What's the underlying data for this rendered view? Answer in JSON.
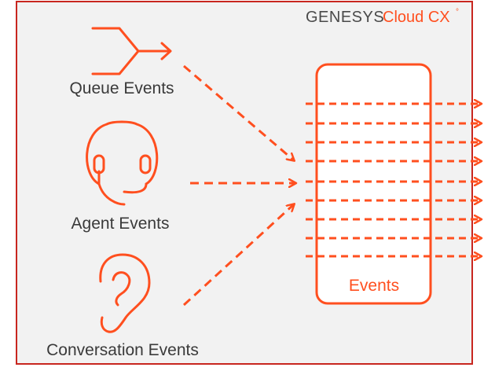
{
  "brand": {
    "name": "GENESYS",
    "product": "Cloud CX",
    "mark": "°"
  },
  "sources": [
    {
      "label": "Queue Events",
      "icon": "queue-routing-icon"
    },
    {
      "label": "Agent Events",
      "icon": "headset-icon"
    },
    {
      "label": "Conversation Events",
      "icon": "ear-icon"
    }
  ],
  "target": {
    "label": "Events"
  },
  "colors": {
    "accent": "#ff4f1f",
    "frame": "#c8261f",
    "background": "#f2f2f2",
    "text": "#3a3a3a"
  }
}
